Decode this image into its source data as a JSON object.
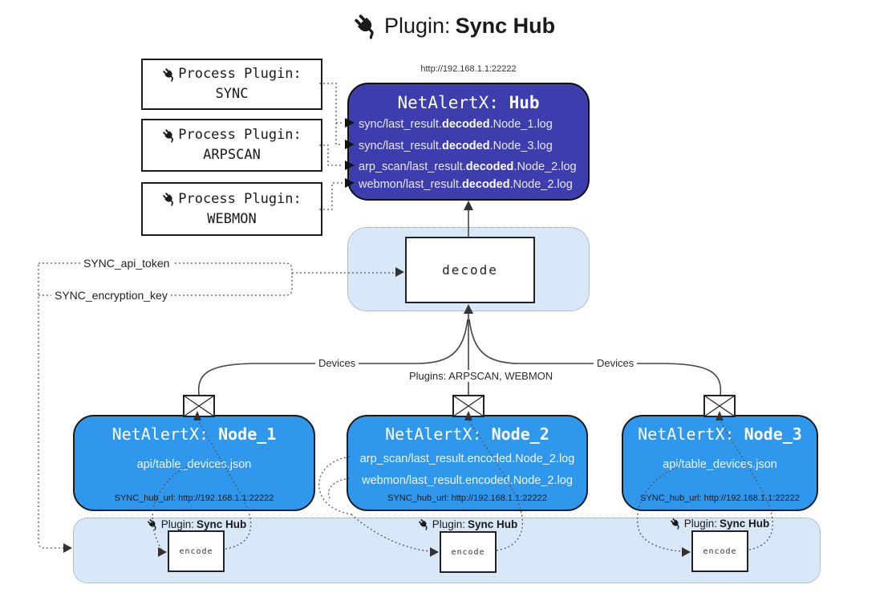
{
  "title": {
    "prefix": "Plugin: ",
    "bold": "Sync Hub"
  },
  "hub": {
    "url": "http://192.168.1.1:22222",
    "name_prefix": "NetAlertX: ",
    "name_bold": "Hub",
    "logs": [
      {
        "pre": "sync/last_result.",
        "bold": "decoded",
        "post": ".Node_1.log"
      },
      {
        "pre": "sync/last_result.",
        "bold": "decoded",
        "post": ".Node_3.log"
      },
      {
        "pre": "arp_scan/last_result.",
        "bold": "decoded",
        "post": ".Node_2.log"
      },
      {
        "pre": "webmon/last_result.",
        "bold": "decoded",
        "post": ".Node_2.log"
      }
    ]
  },
  "process_plugins": [
    {
      "label": "Process Plugin:",
      "name": "SYNC"
    },
    {
      "label": "Process Plugin:",
      "name": "ARPSCAN"
    },
    {
      "label": "Process Plugin:",
      "name": "WEBMON"
    }
  ],
  "decode": {
    "label": "decode"
  },
  "settings": {
    "api_token": "SYNC_api_token",
    "encryption_key": "SYNC_encryption_key"
  },
  "edge_labels": {
    "devices_left": "Devices",
    "devices_right": "Devices",
    "plugins": "Plugins: ARPSCAN, WEBMON"
  },
  "nodes": [
    {
      "name_prefix": "NetAlertX: ",
      "name_bold": "Node_1",
      "files": [
        "api/table_devices.json"
      ],
      "hub_url": "SYNC_hub_url: http://192.168.1.1:22222"
    },
    {
      "name_prefix": "NetAlertX: ",
      "name_bold": "Node_2",
      "files": [
        "arp_scan/last_result.encoded.Node_2.log",
        "webmon/last_result.encoded.Node_2.log"
      ],
      "hub_url": "SYNC_hub_url: http://192.168.1.1:22222"
    },
    {
      "name_prefix": "NetAlertX: ",
      "name_bold": "Node_3",
      "files": [
        "api/table_devices.json"
      ],
      "hub_url": "SYNC_hub_url: http://192.168.1.1:22222"
    }
  ],
  "encoder": {
    "label": "encode",
    "plugin_prefix": "Plugin: ",
    "plugin_bold": "Sync Hub"
  },
  "colors": {
    "hub_fill": "#3d3dae",
    "node_fill": "#2f97ec",
    "panel_fill": "#d9e8f9",
    "panel_border": "#7d96b0",
    "connector": "#444444",
    "dotted_line": "#555555"
  }
}
